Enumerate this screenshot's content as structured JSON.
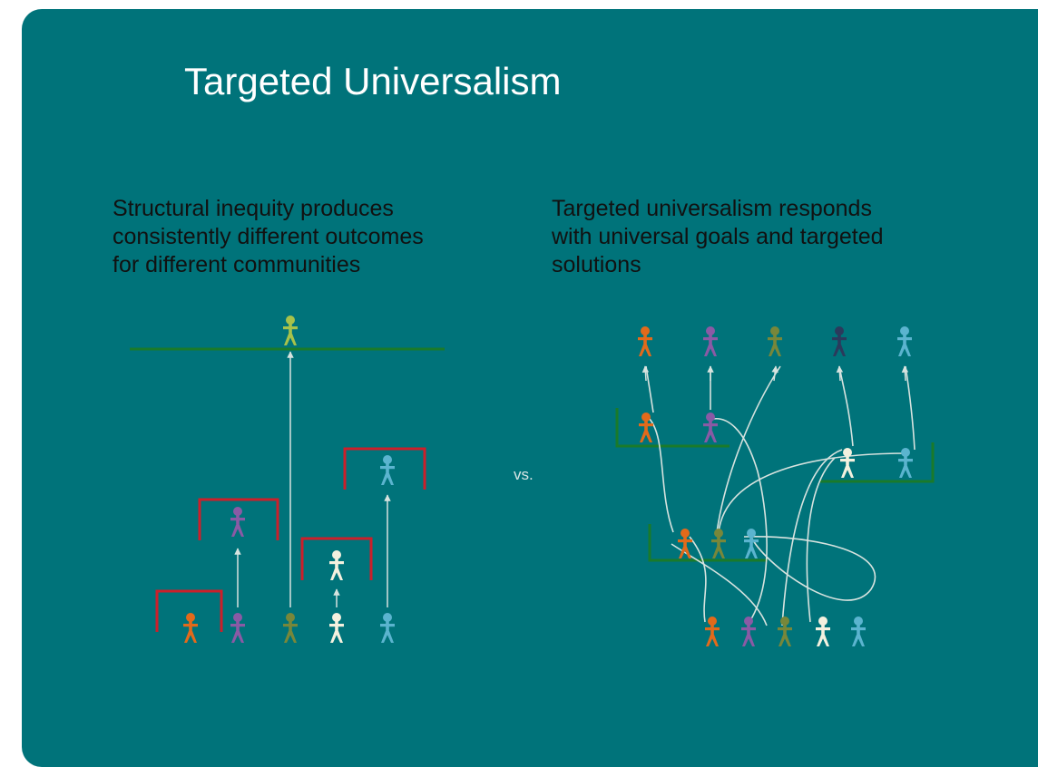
{
  "title": "Targeted Universalism",
  "left_caption": "Structural inequity produces\nconsistently different outcomes\nfor different communities",
  "right_caption": "Targeted universalism responds\nwith universal goals and targeted\nsolutions",
  "vs_label": "vs.",
  "colors": {
    "background": "#00737a",
    "orange": "#e26a1b",
    "purple": "#8a5aa5",
    "olive": "#78873a",
    "lime": "#a7c24a",
    "white": "#f4f1df",
    "blue": "#5bb4cf",
    "navy": "#2b3a5c",
    "red": "#cc1f2a",
    "green": "#1a7a2a",
    "arrow": "#d7e3df"
  },
  "icons": [
    "person-icon",
    "arrow-icon",
    "goal-line",
    "barrier-bracket",
    "connector-path"
  ]
}
